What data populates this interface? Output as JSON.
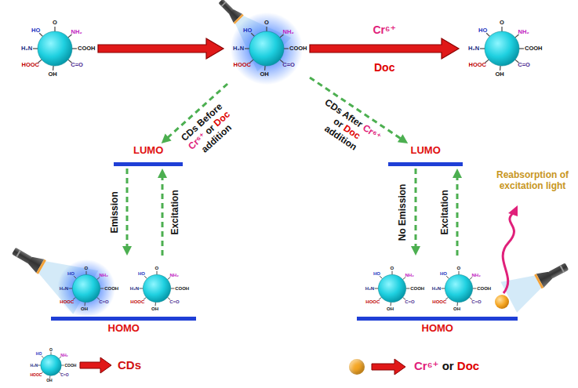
{
  "diagram": {
    "nodes": [
      {
        "text": [
          "HO",
          "O",
          "NH₂",
          "H₂N",
          "COOH",
          "HOOC",
          "OH",
          "C=O"
        ]
      },
      {
        "text": [
          "HO",
          "O",
          "NH₂",
          "H₂N",
          "COOH",
          "HOOC",
          "OH",
          "C=O"
        ]
      },
      {
        "text": [
          "HO",
          "O",
          "NH₂",
          "H₂N",
          "COOH",
          "HOOC",
          "OH",
          "C=O"
        ]
      },
      {
        "text": [
          "LUMO"
        ]
      },
      {
        "text": [
          "HOMO"
        ]
      },
      {
        "text": [
          "HO",
          "O",
          "NH₂",
          "H₂N",
          "COOH",
          "HOOC",
          "OH",
          "C=O"
        ],
        "in": 4
      },
      {
        "text": [
          "HO",
          "O",
          "NH₂",
          "H₂N",
          "COOH",
          "HOOC",
          "OH",
          "C=O"
        ],
        "in": 4
      },
      {
        "text": [
          "LUMO"
        ]
      },
      {
        "text": [
          "HOMO"
        ]
      },
      {
        "text": [
          "HO",
          "O",
          "NH₂",
          "H₂N",
          "COOH",
          "HOOC",
          "OH",
          "C=O"
        ],
        "in": 8
      },
      {
        "text": [
          "HO",
          "O",
          "NH₂",
          "H₂N",
          "COOH",
          "HOOC",
          "OH",
          "C=O"
        ],
        "in": 8
      },
      {
        "text": [
          "HO",
          "O",
          "NH₂",
          "H₂N",
          "COOH",
          "HOOC",
          "OH",
          "C=O"
        ]
      }
    ],
    "edges": [
      {
        "from": 0,
        "to": 1,
        "arrow": "to"
      },
      {
        "from": 1,
        "to": 2,
        "arrow": "to"
      },
      {
        "from": 1,
        "to": 3,
        "label": "CDs Before Cr⁶⁺ or Doc addition",
        "arrow": "to"
      },
      {
        "from": 1,
        "to": 7,
        "label": "CDs After Cr⁶⁺ or Doc addition",
        "arrow": "to"
      },
      {
        "from": 3,
        "to": 4,
        "label": "Emission",
        "arrow": "to"
      },
      {
        "from": 4,
        "to": 3,
        "label": "Excitation",
        "arrow": "to"
      },
      {
        "from": 7,
        "to": 8,
        "label": "No Emission",
        "arrow": "to"
      },
      {
        "from": 8,
        "to": 7,
        "label": "Excitation",
        "arrow": "to"
      }
    ],
    "labels": [
      "Cr⁶⁺",
      "Doc",
      "Reabsorption of excitation light"
    ],
    "legend": [
      {
        "text": "CDs"
      },
      {
        "text": "Cr⁶⁺ or Doc",
        "color": "#f5a623"
      }
    ]
  }
}
